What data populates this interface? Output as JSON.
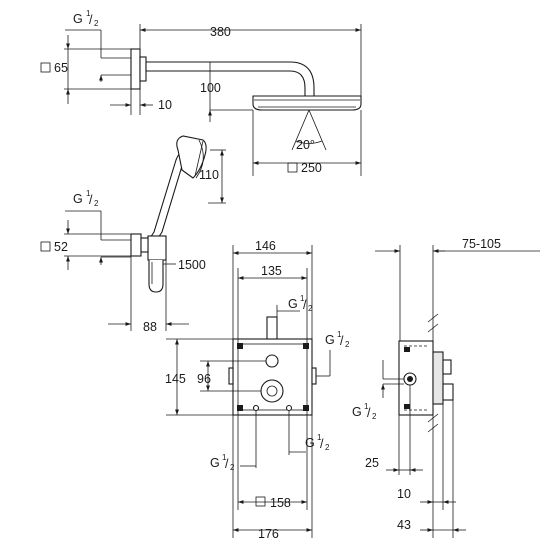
{
  "labels": {
    "arm_length": "380",
    "arm_connection_G": "G",
    "arm_connection_num": "1",
    "arm_connection_den": "2",
    "arm_flange_square": "65",
    "arm_drop": "100",
    "arm_wall_offset": "10",
    "head_angle": "20°",
    "head_square": "250",
    "hand_shower_height": "110",
    "elbow_connection_G": "G",
    "elbow_connection_num": "1",
    "elbow_connection_den": "2",
    "elbow_square": "52",
    "hose_length": "1500",
    "elbow_depth": "88",
    "box_outer_width": "146",
    "box_inner_width": "135",
    "box_top_G": "G",
    "box_top_num": "1",
    "box_top_den": "2",
    "box_right_G": "G",
    "box_right_num": "1",
    "box_right_den": "2",
    "box_height": "145",
    "box_inner_height": "96",
    "box_bottom_right_G": "G",
    "box_bottom_right_num": "1",
    "box_bottom_right_den": "2",
    "box_bottom_left_G": "G",
    "box_bottom_left_num": "1",
    "box_bottom_left_den": "2",
    "box_cover_square": "158",
    "box_total_width": "176",
    "side_install_depth": "75-105",
    "side_G": "G",
    "side_num": "1",
    "side_den": "2",
    "side_dim_25": "25",
    "side_dim_10": "10",
    "side_dim_43": "43"
  },
  "icons": {
    "square_symbol": "square-symbol-icon"
  }
}
